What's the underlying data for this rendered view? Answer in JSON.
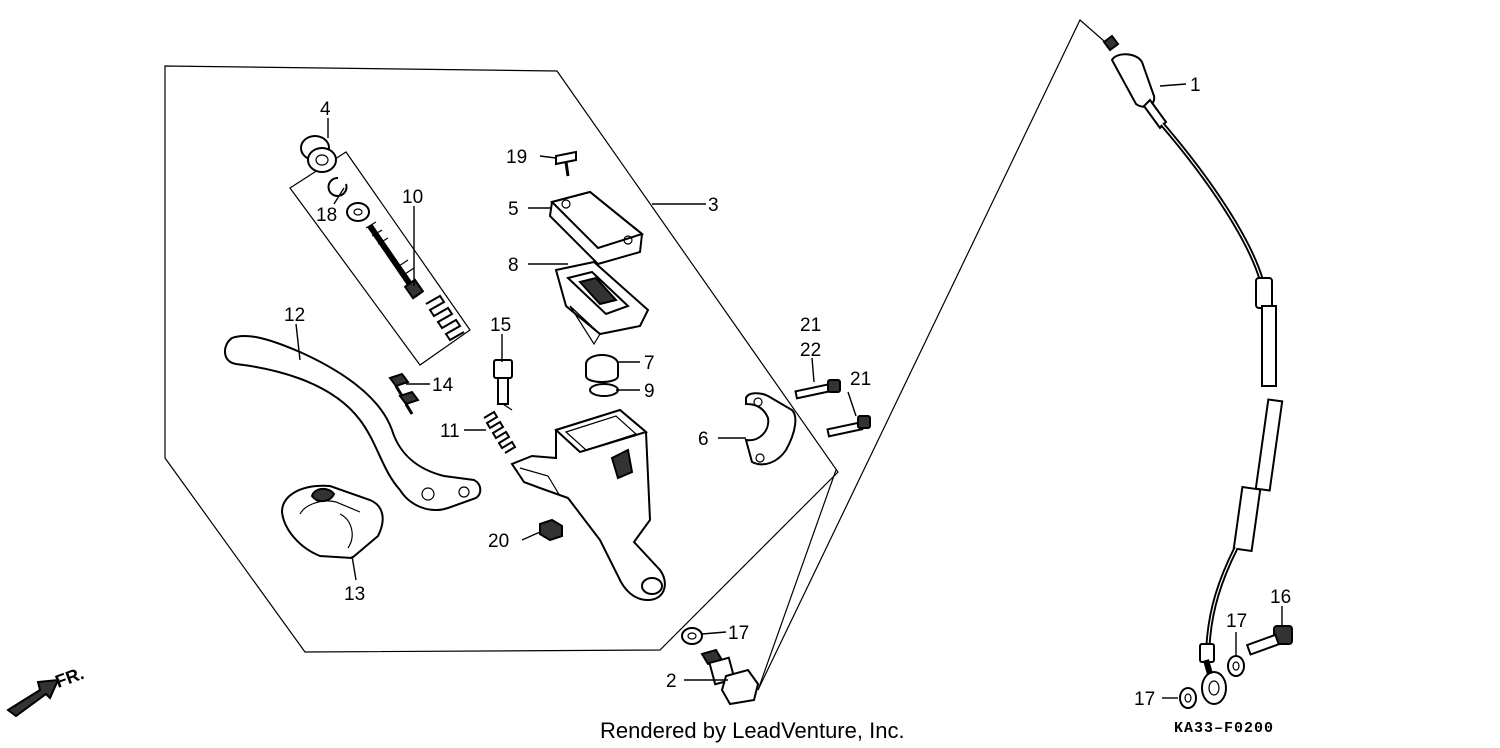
{
  "diagram": {
    "credit": "Rendered by LeadVenture, Inc.",
    "figure_code": "KA33–F0200",
    "direction_label": "FR.",
    "callouts": {
      "c1": "1",
      "c2": "2",
      "c3": "3",
      "c4": "4",
      "c5": "5",
      "c6": "6",
      "c7": "7",
      "c8": "8",
      "c9": "9",
      "c10": "10",
      "c11": "11",
      "c12": "12",
      "c13": "13",
      "c14": "14",
      "c15": "15",
      "c16": "16",
      "c17a": "17",
      "c17b": "17",
      "c17c": "17",
      "c18": "18",
      "c19": "19",
      "c20": "20",
      "c21a": "21",
      "c21b": "21",
      "c22": "22"
    }
  }
}
